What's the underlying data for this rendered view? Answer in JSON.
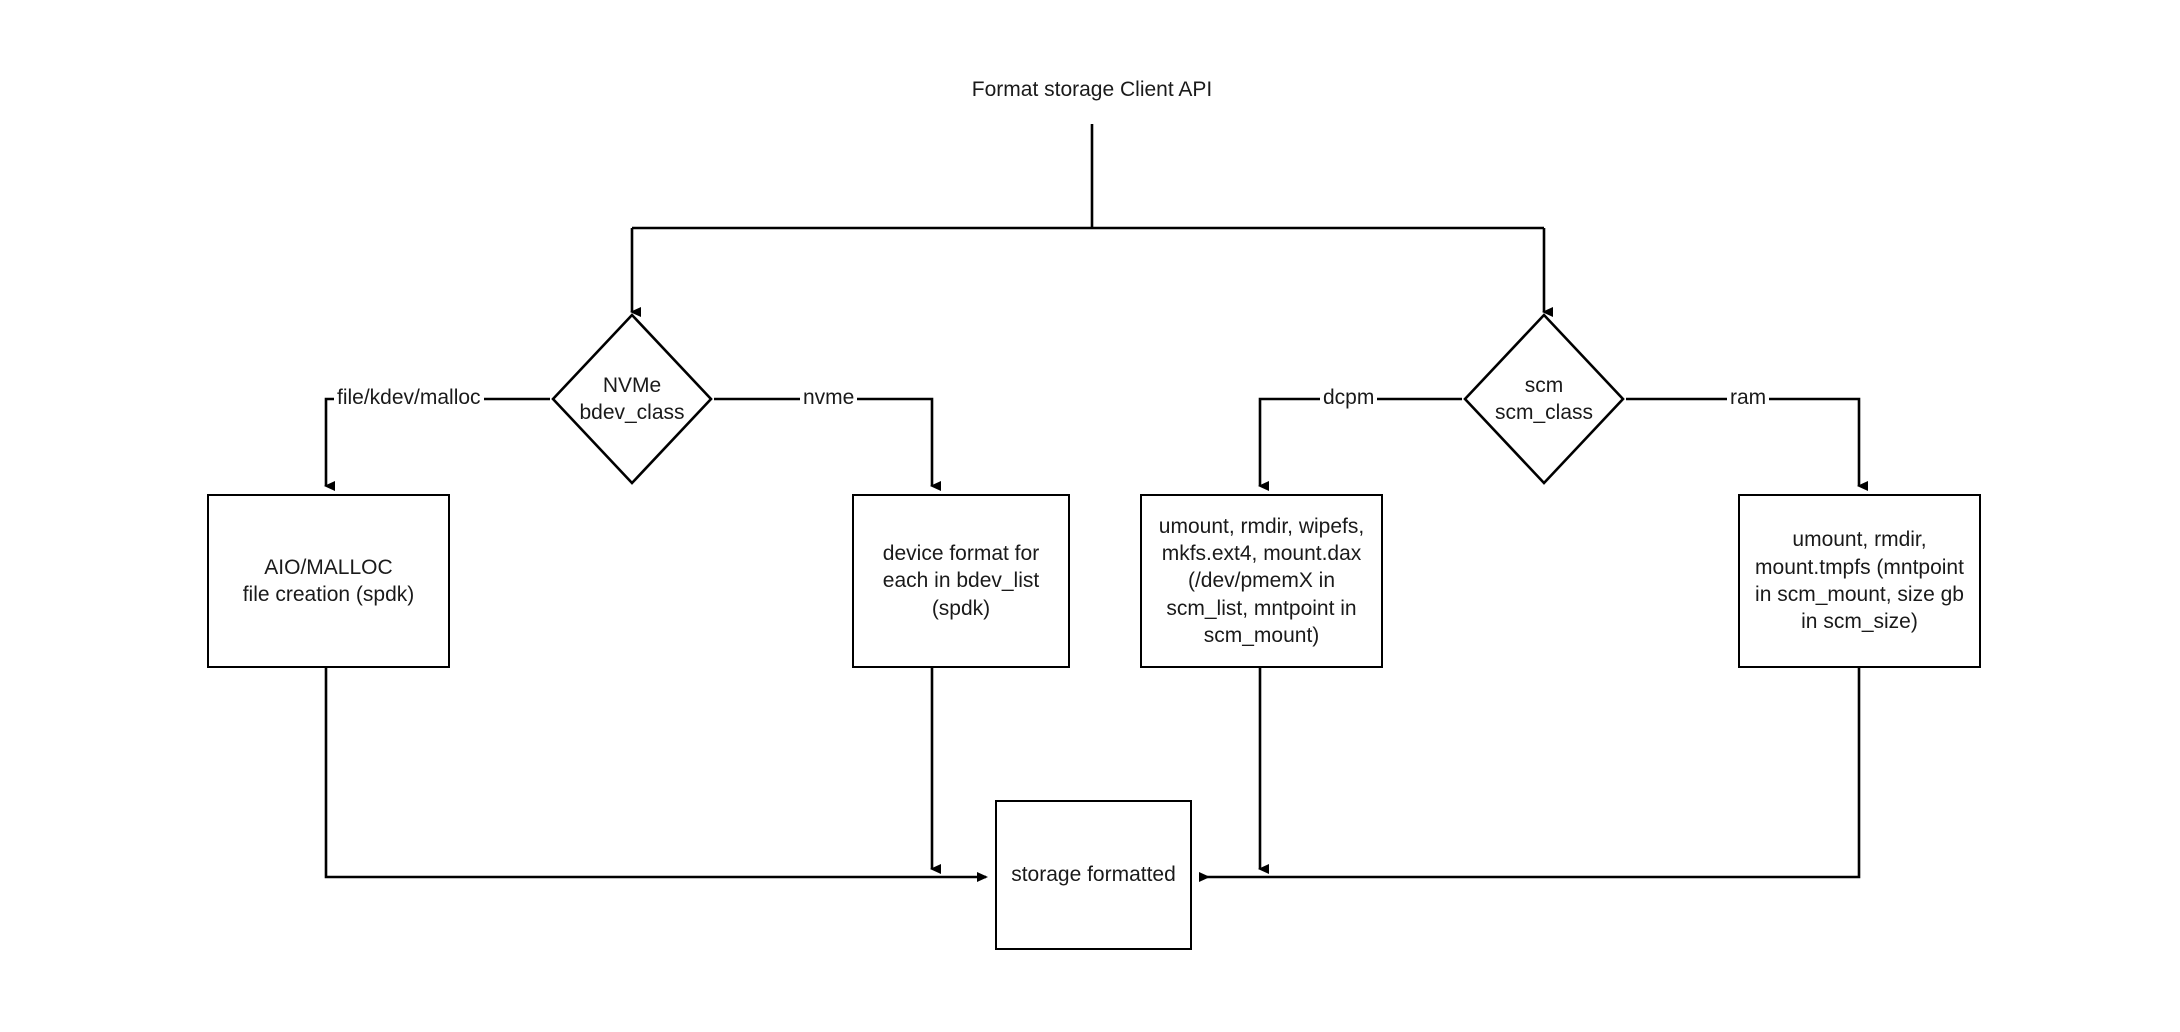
{
  "diagram": {
    "title": "Format storage Client API",
    "background_color": "#ffffff",
    "line_color": "#000000",
    "text_color": "#1a1a1a"
  },
  "nodes": {
    "start_label": "Format storage Client API",
    "decision_bdev": "NVMe\nbdev_class",
    "decision_scm": "scm\nscm_class",
    "box_aio_malloc": "AIO/MALLOC\nfile creation (spdk)",
    "box_device_format": "device format for\neach in bdev_list\n(spdk)",
    "box_dcpm": "umount, rmdir, wipefs,\nmkfs.ext4, mount.dax\n(/dev/pmemX in\nscm_list, mntpoint in\nscm_mount)",
    "box_ram": "umount, rmdir,\nmount.tmpfs (mntpoint\nin scm_mount, size gb\nin scm_size)",
    "box_end": "storage formatted"
  },
  "edge_labels": {
    "file_kdev_malloc": "file/kdev/malloc",
    "nvme": "nvme",
    "dcpm": "dcpm",
    "ram": "ram"
  }
}
